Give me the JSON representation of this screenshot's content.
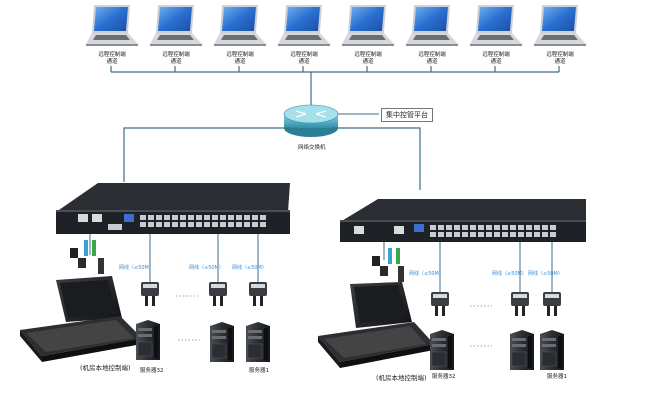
{
  "remote_clients": [
    {
      "line1": "远程控制端",
      "line2": "通道"
    },
    {
      "line1": "远程控制端",
      "line2": "通道"
    },
    {
      "line1": "远程控制端",
      "line2": "通道"
    },
    {
      "line1": "远程控制端",
      "line2": "通道"
    },
    {
      "line1": "远程控制端",
      "line2": "通道"
    },
    {
      "line1": "远程控制端",
      "line2": "通道"
    },
    {
      "line1": "远程控制端",
      "line2": "通道"
    },
    {
      "line1": "远程控制端",
      "line2": "通道"
    }
  ],
  "central_platform": "集中控管平台",
  "switch_label": "网络交换机",
  "left_rack": {
    "cable_labels": [
      "网线（≤50M）",
      "网线（≤50M）",
      "网线（≤50M）"
    ],
    "console_label": "(机房本地控制端)",
    "server_left_label": "服务器32",
    "server_right_label": "服务器1"
  },
  "right_rack": {
    "cable_labels": [
      "网线（≤50M）",
      "网线（≤50M）",
      "网线（≤50M）"
    ],
    "console_label": "(机房本地控制端)",
    "server_left_label": "服务器32",
    "server_right_label": "服务器1"
  },
  "colors": {
    "cable": "#3c6f86",
    "laptop_screen": "#2a6fd0",
    "device_body": "#1e2126"
  }
}
